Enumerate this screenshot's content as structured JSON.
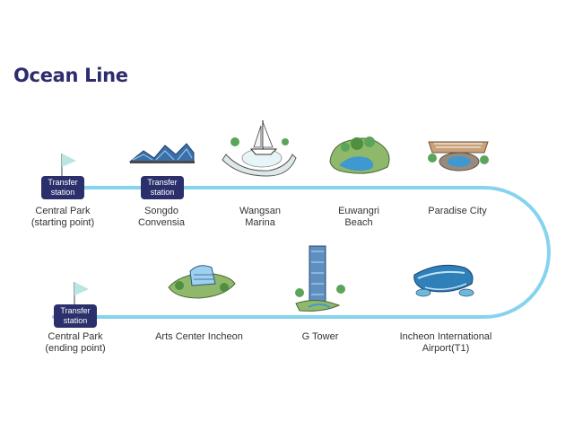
{
  "title": "Ocean Line",
  "badge": {
    "line1": "Transfer",
    "line2": "station"
  },
  "stops": [
    {
      "id": "central-park-start",
      "line1": "Central Park",
      "line2": "(starting point)",
      "transfer": true,
      "icon": "flag-icon"
    },
    {
      "id": "songdo-convensia",
      "line1": "Songdo",
      "line2": "Convensia",
      "transfer": true,
      "icon": "convensia-building-icon"
    },
    {
      "id": "wangsan-marina",
      "line1": "Wangsan",
      "line2": "Marina",
      "transfer": false,
      "icon": "sailboat-marina-icon"
    },
    {
      "id": "euwangri-beach",
      "line1": "Euwangri",
      "line2": "Beach",
      "transfer": false,
      "icon": "beach-island-icon"
    },
    {
      "id": "paradise-city",
      "line1": "Paradise City",
      "line2": "",
      "transfer": false,
      "icon": "resort-building-icon"
    },
    {
      "id": "incheon-airport",
      "line1": "Incheon International",
      "line2": "Airport(T1)",
      "transfer": false,
      "icon": "airport-terminal-icon"
    },
    {
      "id": "g-tower",
      "line1": "G Tower",
      "line2": "",
      "transfer": false,
      "icon": "tower-icon"
    },
    {
      "id": "arts-center-incheon",
      "line1": "Arts Center Incheon",
      "line2": "",
      "transfer": false,
      "icon": "arts-center-icon"
    },
    {
      "id": "central-park-end",
      "line1": "Central Park",
      "line2": "(ending point)",
      "transfer": true,
      "icon": "flag-icon"
    }
  ],
  "colors": {
    "line": "#86d3ef",
    "title": "#2d2d6e",
    "badge": "#2b2f6b"
  }
}
